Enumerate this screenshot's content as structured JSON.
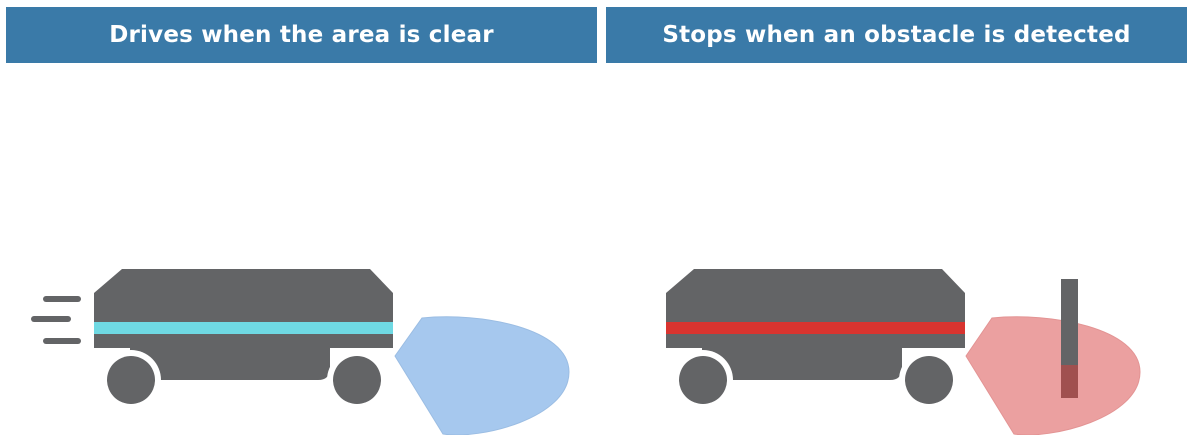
{
  "panels": [
    {
      "id": "clear",
      "title": "Drives when the area is clear",
      "light_color": "#6fd9e3",
      "sensor_color": "#a6c8ee",
      "obstacle": false
    },
    {
      "id": "obstacle",
      "title": "Stops when an obstacle is detected",
      "light_color": "#d9342f",
      "sensor_color": "#eba0a0",
      "obstacle": true
    }
  ],
  "colors": {
    "header_bg": "#3a7aa8",
    "header_text": "#ffffff",
    "vehicle_body": "#636466",
    "obstacle_top": "#636466",
    "obstacle_overlap": "#a0504f"
  }
}
